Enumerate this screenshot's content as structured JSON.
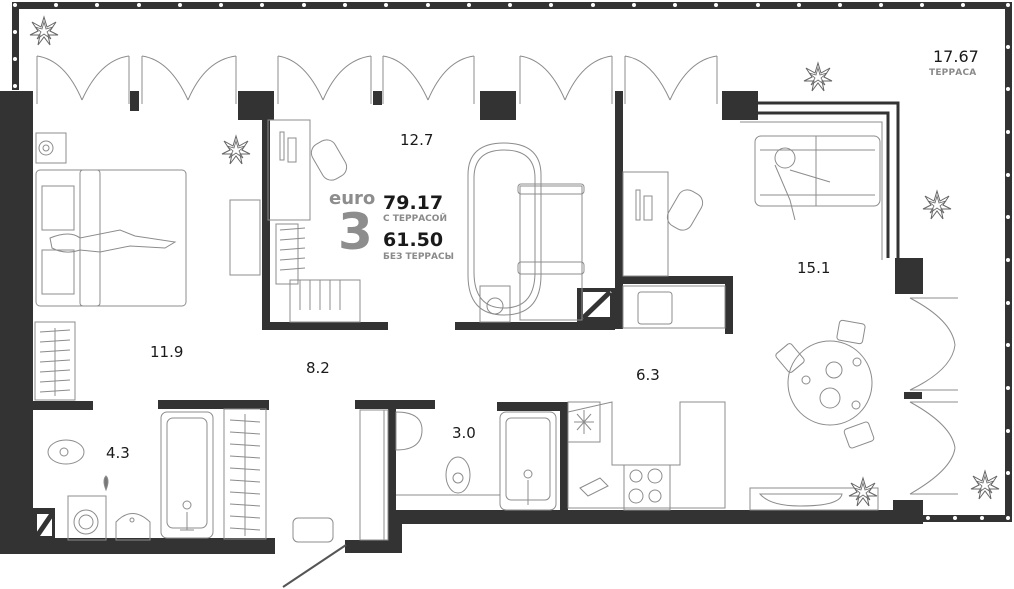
{
  "plan": {
    "type": "apartment-floor-plan",
    "layout": {
      "euro_label": "euro",
      "rooms_count": "3"
    },
    "area": {
      "with_terrace_value": "79.17",
      "with_terrace_caption": "С ТЕРРАСОЙ",
      "without_terrace_value": "61.50",
      "without_terrace_caption": "БЕЗ ТЕРРАСЫ"
    },
    "terrace": {
      "area": "17.67",
      "caption": "ТЕРРАСА"
    },
    "rooms": [
      {
        "id": "bedroom-master",
        "area": "11.9"
      },
      {
        "id": "bedroom-kids",
        "area": "12.7"
      },
      {
        "id": "living-room",
        "area": "15.1"
      },
      {
        "id": "hallway",
        "area": "8.2"
      },
      {
        "id": "kitchen",
        "area": "6.3"
      },
      {
        "id": "bathroom-main",
        "area": "4.3"
      },
      {
        "id": "bathroom-guest",
        "area": "3.0"
      }
    ],
    "colors": {
      "wall": "#333333",
      "line": "#8c8c8c",
      "text": "#1a1a1a",
      "muted_text": "#8d8d8d"
    }
  }
}
